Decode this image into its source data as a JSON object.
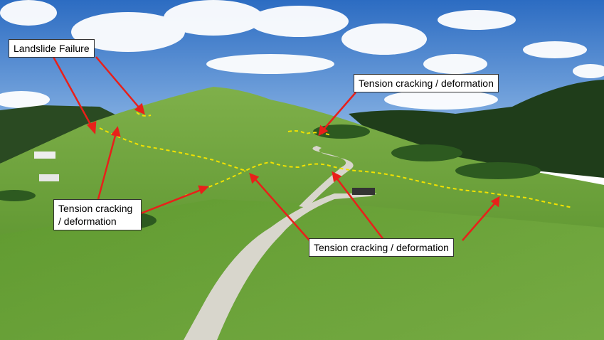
{
  "annotations": {
    "landslide_failure": "Landslide Failure",
    "tension_top_right": "Tension cracking / deformation",
    "tension_left_line1": "Tension cracking",
    "tension_left_line2": "/ deformation",
    "tension_bottom": "Tension cracking / deformation"
  },
  "colors": {
    "arrow": "#e8201a",
    "crack_line": "#f2e200",
    "sky_top": "#2f6fc4",
    "grass": "#6fa63a"
  }
}
